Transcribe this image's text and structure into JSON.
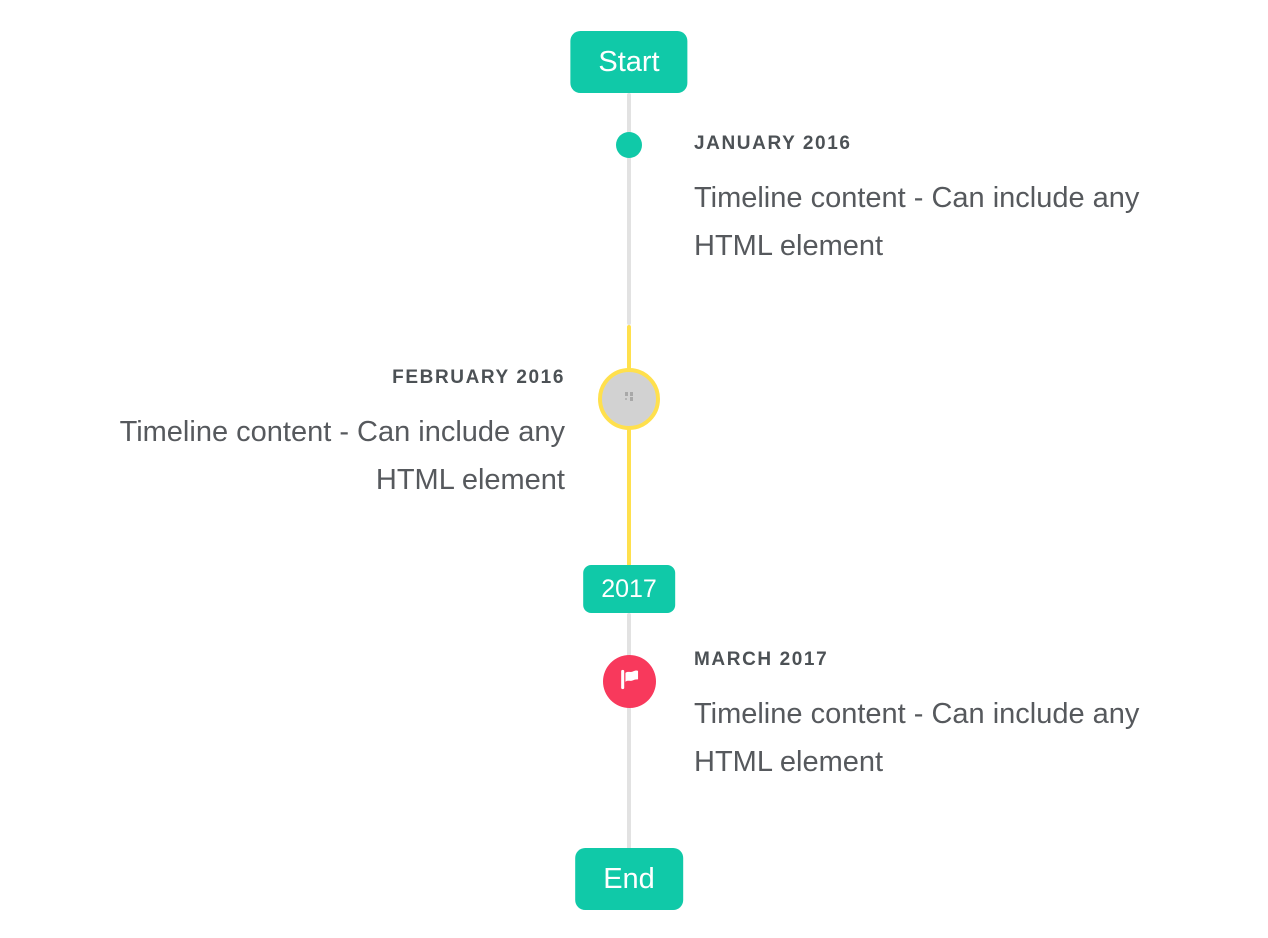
{
  "timeline": {
    "start_badge": "Start",
    "year_badge": "2017",
    "end_badge": "End",
    "entries": [
      {
        "title": "JANUARY 2016",
        "content": "Timeline content - Can include any HTML element",
        "side": "right",
        "marker": "teal-dot"
      },
      {
        "title": "FEBRUARY 2016",
        "content": "Timeline content - Can include any HTML element",
        "side": "left",
        "marker": "gray-avatar-highlighted"
      },
      {
        "title": "MARCH 2017",
        "content": "Timeline content - Can include any HTML element",
        "side": "right",
        "marker": "red-flag"
      }
    ],
    "icons": {
      "flag": "flag-icon",
      "avatar_placeholder": "broken-image-icon"
    },
    "colors": {
      "accent_teal": "#10c9a8",
      "highlight_yellow": "#ffe04d",
      "flag_red": "#f8395c",
      "line_gray": "#e2e2e2",
      "avatar_gray": "#d2d2d2",
      "title_text": "#4c5155",
      "content_text": "#56595d",
      "badge_text": "#ffffff"
    }
  }
}
